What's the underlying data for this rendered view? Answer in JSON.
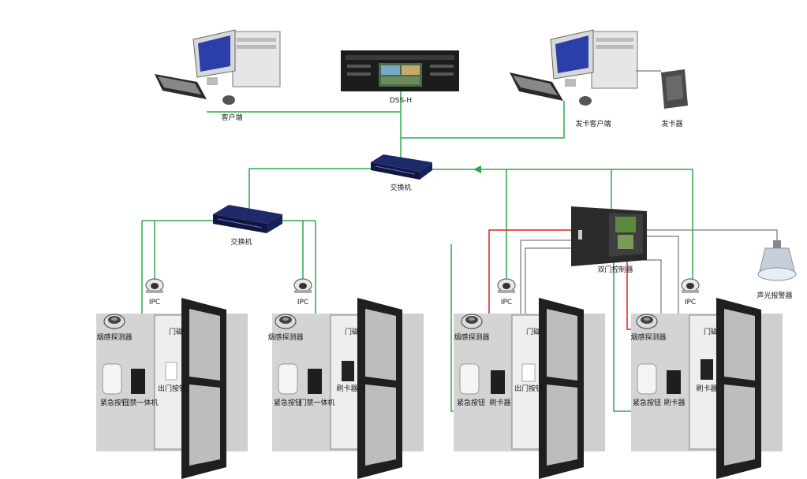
{
  "labels": {
    "client_left": "客户端",
    "dss_server": "DSS-H",
    "client_right": "发卡客户端",
    "card_issuer": "发卡器",
    "core_switch": "交换机",
    "left_switch": "交换机",
    "dual_door_controller": "双门控制器",
    "strobe_light": "声光报警器",
    "ipc": "IPC",
    "smoke_detector": "烟感探测器",
    "emergency_button": "紧急按钮",
    "door_all_in_one": "门禁一体机",
    "exit_button": "出门按钮",
    "card_reader": "刷卡器",
    "door_magnet": "门磁"
  },
  "colors": {
    "network_line": "#2da84a",
    "alarm_line": "#e02020",
    "control_line": "#777777"
  }
}
